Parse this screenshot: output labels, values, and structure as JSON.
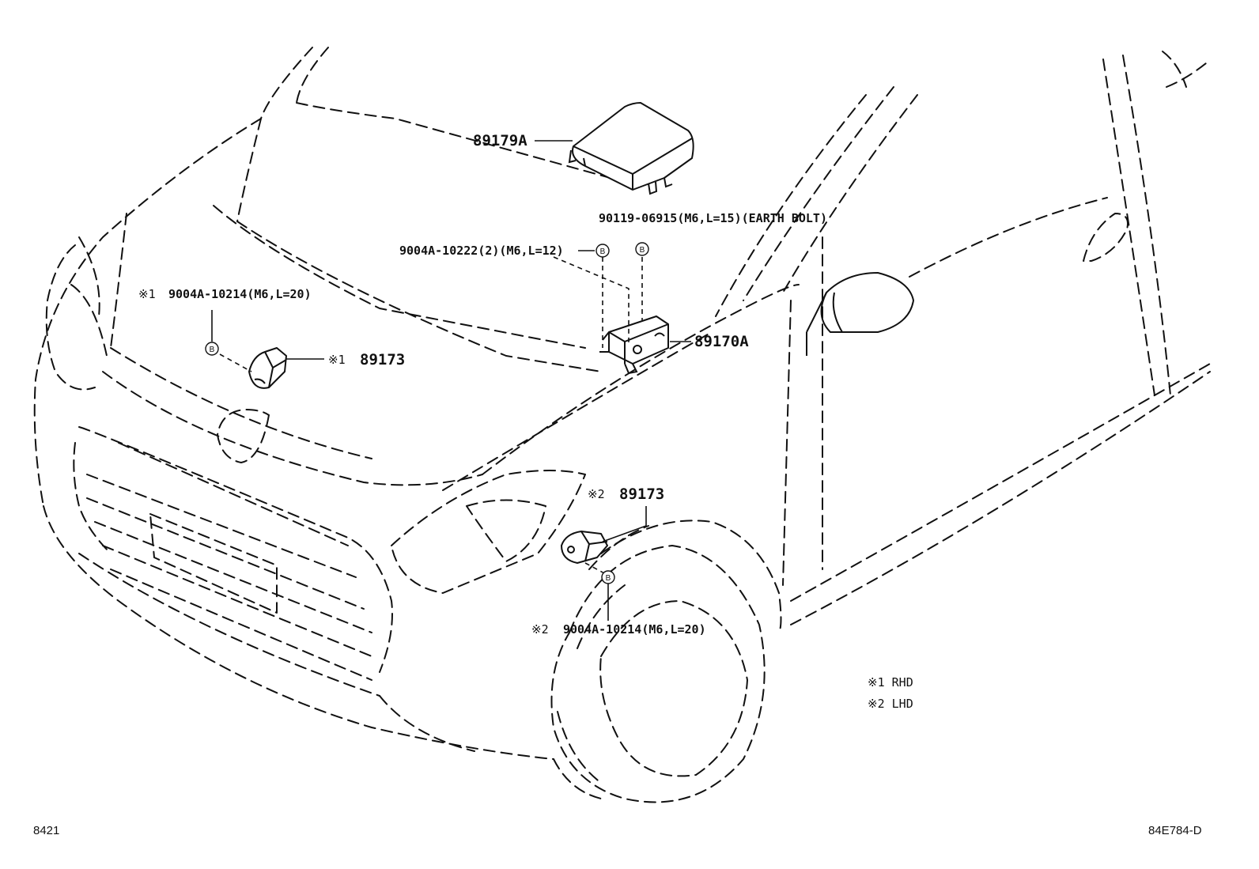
{
  "callouts": {
    "cover_part_no": "89179A",
    "earth_bolt_spec": "90119-06915(M6,L=15)(EARTH BOLT)",
    "bolt2_spec": "9004A-10222(2)(M6,L=12)",
    "bolt_rhd_marker": "※1",
    "bolt_rhd_spec": "9004A-10214(M6,L=20)",
    "sensor_rhd_marker": "※1",
    "sensor_rhd_part_no": "89173",
    "ecu_part_no": "89170A",
    "sensor_lhd_marker": "※2",
    "sensor_lhd_part_no": "89173",
    "bolt_lhd_marker": "※2",
    "bolt_lhd_spec": "9004A-10214(M6,L=20)",
    "fastener_letter": "B"
  },
  "notes": {
    "note1": "※1 RHD",
    "note2": "※2 LHD"
  },
  "footer": {
    "left_code": "8421",
    "right_code": "84E784-D"
  }
}
